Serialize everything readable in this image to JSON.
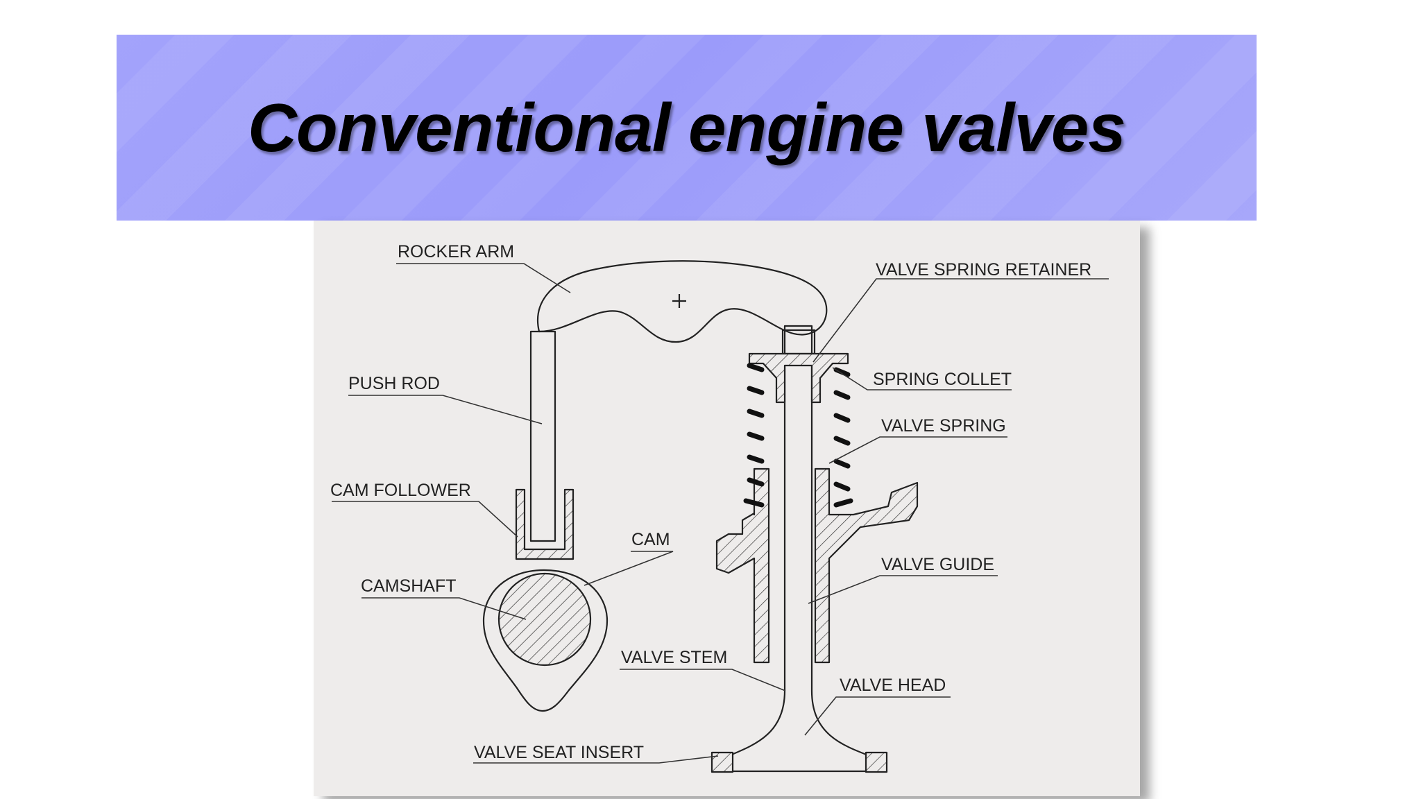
{
  "title": "Conventional engine valves",
  "colors": {
    "banner": "#a0a0fa",
    "panel": "#eeeceb",
    "ink": "#222222"
  },
  "labels": {
    "rocker_arm": "ROCKER ARM",
    "push_rod": "PUSH ROD",
    "cam_follower": "CAM FOLLOWER",
    "cam": "CAM",
    "camshaft": "CAMSHAFT",
    "valve_spring_retainer": "VALVE SPRING RETAINER",
    "spring_collet": "SPRING COLLET",
    "valve_spring": "VALVE SPRING",
    "valve_guide": "VALVE GUIDE",
    "valve_stem": "VALVE STEM",
    "valve_head": "VALVE HEAD",
    "valve_seat_insert": "VALVE SEAT INSERT"
  }
}
